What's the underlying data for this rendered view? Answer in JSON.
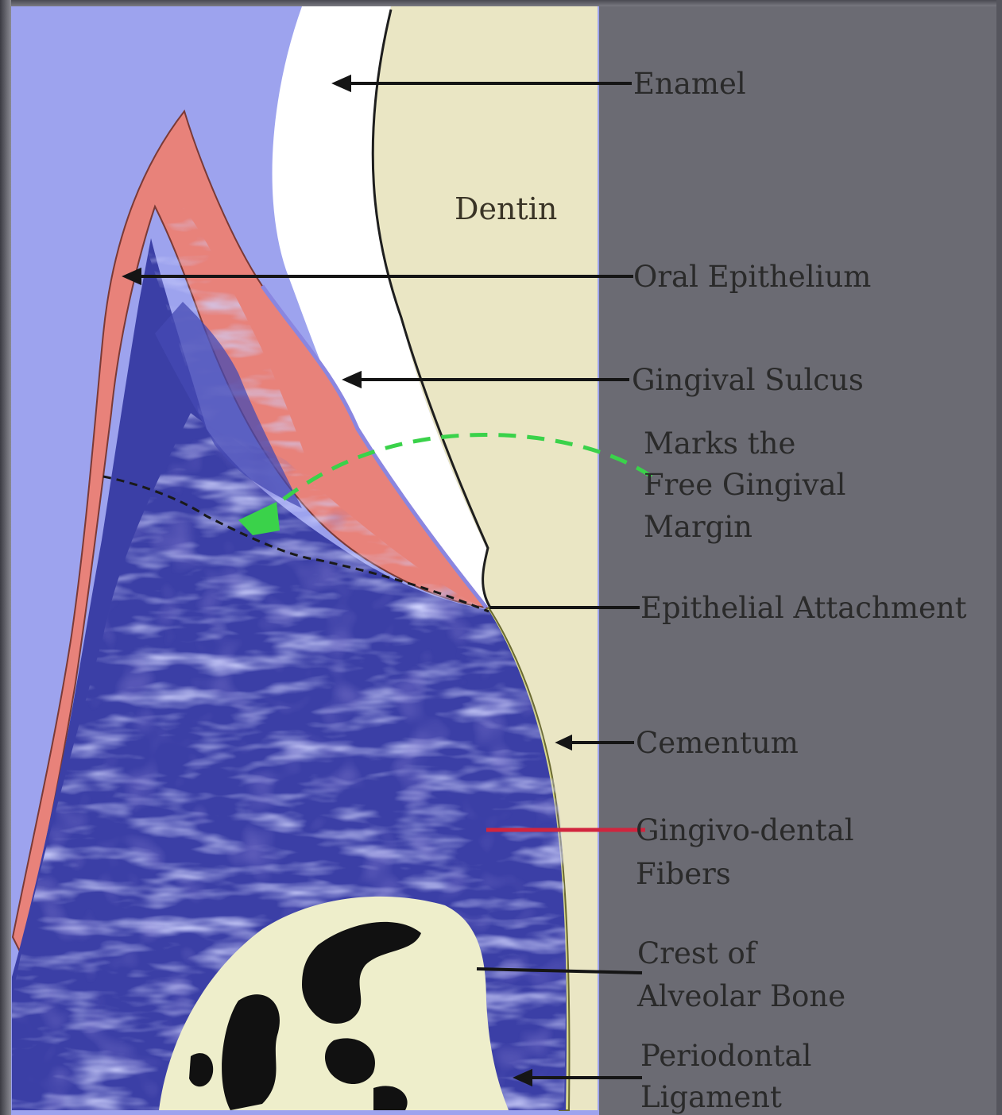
{
  "labels": {
    "enamel": "Enamel",
    "dentin": "Dentin",
    "oral_epithelium": "Oral Epithelium",
    "gingival_sulcus": "Gingival Sulcus",
    "free_margin_1": "Marks the",
    "free_margin_2": "Free Gingival",
    "free_margin_3": "Margin",
    "epithelial_attachment": "Epithelial Attachment",
    "cementum": "Cementum",
    "gingivo_dental_1": "Gingivo-dental",
    "gingivo_dental_2": "Fibers",
    "crest_1": "Crest of",
    "crest_2": "Alveolar Bone",
    "pdl_1": "Periodontal",
    "pdl_2": "Ligament"
  },
  "colors": {
    "mucosa_background": "#9da3ee",
    "oral_epithelium": "#e8827a",
    "connective_tissue": "#3b3fa6",
    "enamel": "#ffffff",
    "dentin": "#eae6c4",
    "cementum": "#d8d88c",
    "alveolar_bone": "#eeeecb",
    "gingivo_dental_pointer": "#d1253e",
    "free_margin_pointer": "#3ad24a"
  }
}
